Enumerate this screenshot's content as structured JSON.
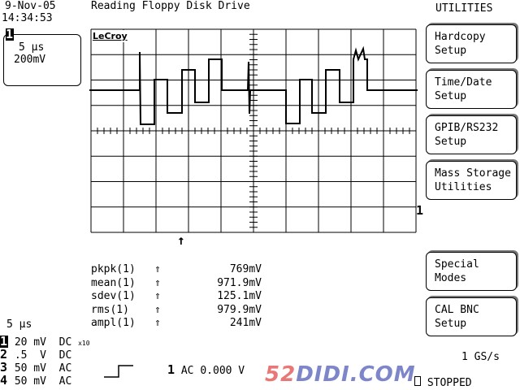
{
  "header": {
    "date": "9-Nov-05",
    "time": "14:34:53",
    "title": "Reading Floppy Disk Drive",
    "menu_title": "UTILITIES"
  },
  "trace_box": {
    "channel": "1",
    "timebase": "5 µs",
    "volts": "200mV"
  },
  "grid": {
    "logo": "LeCroy",
    "channel_marker": "1",
    "trigger_arrow": "↑"
  },
  "measurements": [
    {
      "label": "pkpk(1)",
      "arrow": "⇑",
      "value": "769mV"
    },
    {
      "label": "mean(1)",
      "arrow": "⇑",
      "value": "971.9mV"
    },
    {
      "label": "sdev(1)",
      "arrow": "⇑",
      "value": "125.1mV"
    },
    {
      "label": "rms(1)",
      "arrow": "⇑",
      "value": "979.9mV"
    },
    {
      "label": "ampl(1)",
      "arrow": "⇑",
      "value": "241mV"
    }
  ],
  "timebase": "5 µs",
  "channels": [
    {
      "num": "1",
      "scale": "20 mV",
      "coupling": "DC",
      "probe": "x10"
    },
    {
      "num": "2",
      "scale": ".5  V",
      "coupling": "DC"
    },
    {
      "num": "3",
      "scale": "50 mV",
      "coupling": "AC"
    },
    {
      "num": "4",
      "scale": "50 mV",
      "coupling": "AC"
    }
  ],
  "trigger": {
    "channel": "1",
    "text": "AC 0.000 V"
  },
  "sample_rate": "1 GS/s",
  "status": "STOPPED",
  "menu": [
    {
      "line1": "Hardcopy",
      "line2": "Setup"
    },
    {
      "line1": "Time/Date",
      "line2": "Setup"
    },
    {
      "line1": "GPIB/RS232",
      "line2": "Setup"
    },
    {
      "line1": "Mass Storage",
      "line2": "Utilities"
    },
    {
      "line1": "Special",
      "line2": "Modes"
    },
    {
      "line1": "CAL BNC",
      "line2": "Setup"
    }
  ],
  "watermark": "52DIDI.COM"
}
